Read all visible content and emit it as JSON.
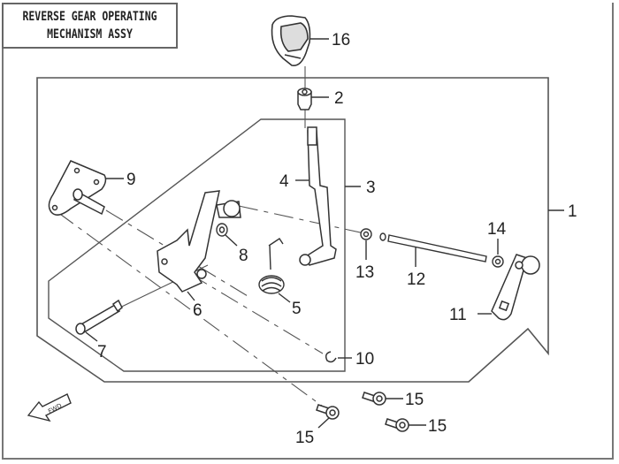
{
  "title": {
    "line1": "REVERSE GEAR OPERATING",
    "line2": "MECHANISM ASSY"
  },
  "callouts": [
    {
      "id": "1",
      "label": "1"
    },
    {
      "id": "2",
      "label": "2"
    },
    {
      "id": "3",
      "label": "3"
    },
    {
      "id": "4",
      "label": "4"
    },
    {
      "id": "5",
      "label": "5"
    },
    {
      "id": "6",
      "label": "6"
    },
    {
      "id": "7",
      "label": "7"
    },
    {
      "id": "8",
      "label": "8"
    },
    {
      "id": "9",
      "label": "9"
    },
    {
      "id": "10",
      "label": "10"
    },
    {
      "id": "11",
      "label": "11"
    },
    {
      "id": "12",
      "label": "12"
    },
    {
      "id": "13",
      "label": "13"
    },
    {
      "id": "14",
      "label": "14"
    },
    {
      "id": "15a",
      "label": "15"
    },
    {
      "id": "15b",
      "label": "15"
    },
    {
      "id": "15c",
      "label": "15"
    },
    {
      "id": "16",
      "label": "16"
    }
  ],
  "fwd_marker": "FWD",
  "colors": {
    "line": "#444444",
    "frame": "#777777",
    "fill": "#ffffff"
  }
}
